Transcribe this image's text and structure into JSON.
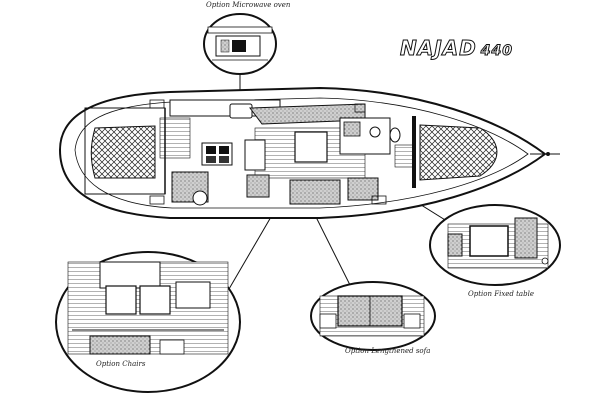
{
  "brand": {
    "name": "NAJAD",
    "model": "440"
  },
  "captions": {
    "microwave": "Option Microwave oven",
    "fixed_table": "Option Fixed table",
    "lengthened_sofa": "Option Lengthened sofa",
    "chairs": "Option Chairs"
  },
  "colors": {
    "ink": "#111111",
    "paper": "#ffffff",
    "fabric": "#bbbbbb"
  }
}
